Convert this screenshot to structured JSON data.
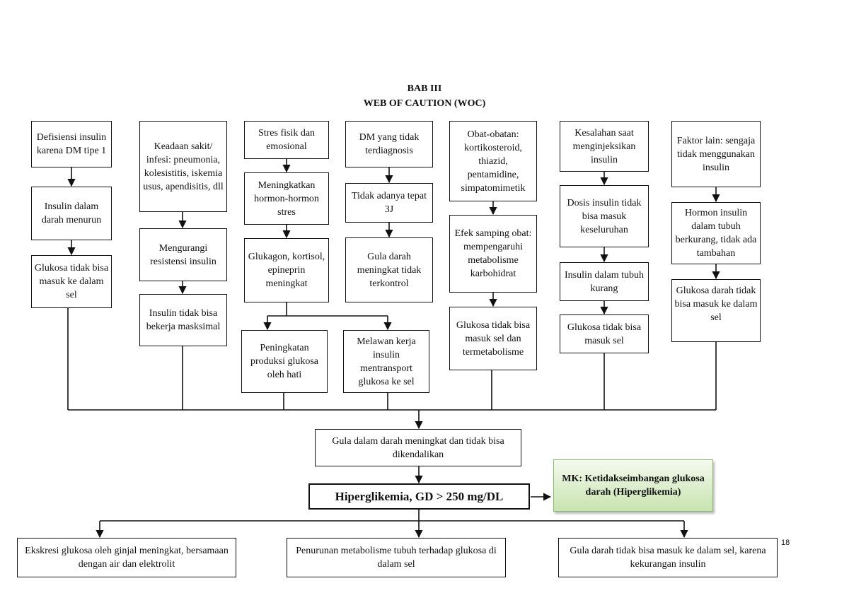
{
  "header": {
    "chapter": "BAB III",
    "title": "WEB OF CAUTION (WOC)"
  },
  "columns": {
    "c1": [
      "Defisiensi insulin karena DM tipe 1",
      "Insulin dalam darah menurun",
      "Glukosa tidak bisa masuk ke dalam sel"
    ],
    "c2": [
      "Keadaan sakit/ infesi: pneumonia, kolesistitis, iskemia usus, apendisitis, dll",
      "Mengurangi resistensi insulin",
      "Insulin tidak bisa bekerja masksimal"
    ],
    "c3": [
      "Stres fisik dan emosional",
      "Meningkatkan hormon-hormon stres",
      "Glukagon, kortisol, epineprin meningkat"
    ],
    "c3a": "Peningkatan produksi glukosa oleh hati",
    "c3b": "Melawan kerja insulin mentransport glukosa ke sel",
    "c4": [
      "DM yang tidak terdiagnosis",
      "Tidak adanya tepat 3J",
      "Gula darah meningkat tidak terkontrol"
    ],
    "c5": [
      "Obat-obatan: kortikosteroid, thiazid, pentamidine, simpatomimetik",
      "Efek samping obat: mempengaruhi metabolisme karbohidrat",
      "Glukosa tidak bisa masuk sel dan termetabolisme"
    ],
    "c6": [
      "Kesalahan saat menginjeksikan insulin",
      "Dosis insulin tidak bisa masuk keseluruhan",
      "Insulin dalam tubuh kurang",
      "Glukosa tidak bisa masuk sel"
    ],
    "c7": [
      "Faktor lain: sengaja tidak menggunakan insulin",
      "Hormon insulin dalam tubuh berkurang, tidak ada tambahan",
      "Glukosa darah tidak bisa masuk ke dalam sel"
    ]
  },
  "center": {
    "gula": "Gula dalam darah meningkat dan tidak bisa dikendalikan",
    "hiper": "Hiperglikemia, GD > 250 mg/DL",
    "mk": "MK: Ketidakseimbangan glukosa darah (Hiperglikemia)"
  },
  "outcomes": [
    "Ekskresi glukosa oleh ginjal meningkat, bersamaan dengan air dan elektrolit",
    "Penurunan metabolisme tubuh terhadap glukosa di dalam sel",
    "Gula darah tidak bisa masuk ke dalam sel, karena kekurangan insulin"
  ],
  "page_number": "18"
}
